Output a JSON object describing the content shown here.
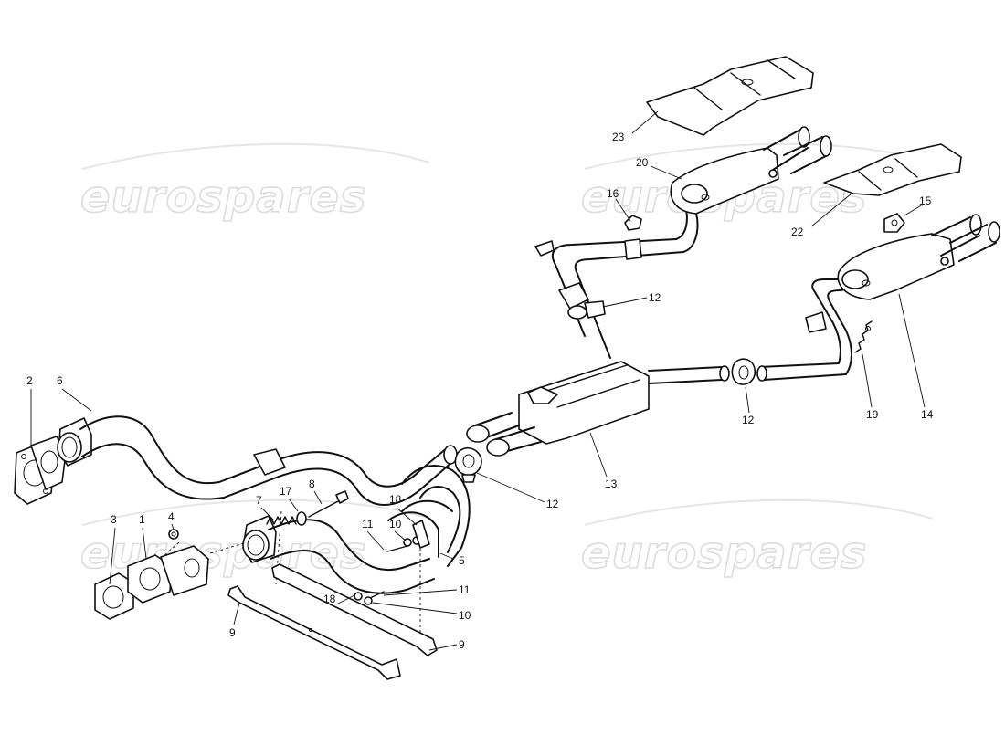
{
  "watermark": {
    "text": "eurospares"
  },
  "diagram": {
    "callouts": [
      {
        "id": "c2",
        "label": "2"
      },
      {
        "id": "c6",
        "label": "6"
      },
      {
        "id": "c3",
        "label": "3"
      },
      {
        "id": "c1",
        "label": "1"
      },
      {
        "id": "c4",
        "label": "4"
      },
      {
        "id": "c7",
        "label": "7"
      },
      {
        "id": "c17",
        "label": "17"
      },
      {
        "id": "c8",
        "label": "8"
      },
      {
        "id": "c18a",
        "label": "18"
      },
      {
        "id": "c11a",
        "label": "11"
      },
      {
        "id": "c10a",
        "label": "10"
      },
      {
        "id": "c5",
        "label": "5"
      },
      {
        "id": "c18b",
        "label": "18"
      },
      {
        "id": "c11b",
        "label": "11"
      },
      {
        "id": "c10b",
        "label": "10"
      },
      {
        "id": "c9a",
        "label": "9"
      },
      {
        "id": "c9b",
        "label": "9"
      },
      {
        "id": "c12a",
        "label": "12"
      },
      {
        "id": "c13",
        "label": "13"
      },
      {
        "id": "c12b",
        "label": "12"
      },
      {
        "id": "c12c",
        "label": "12"
      },
      {
        "id": "c16",
        "label": "16"
      },
      {
        "id": "c20",
        "label": "20"
      },
      {
        "id": "c23",
        "label": "23"
      },
      {
        "id": "c22",
        "label": "22"
      },
      {
        "id": "c15",
        "label": "15"
      },
      {
        "id": "c14",
        "label": "14"
      },
      {
        "id": "c19",
        "label": "19"
      }
    ]
  }
}
